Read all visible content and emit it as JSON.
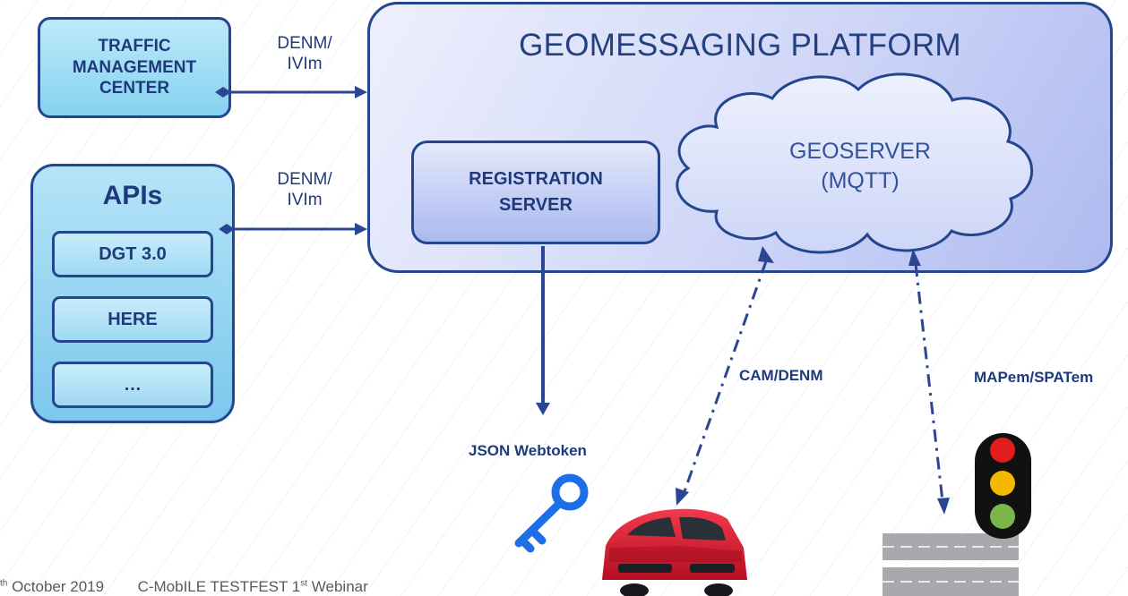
{
  "platform": {
    "title": "GEOMESSAGING PLATFORM"
  },
  "traffic_management_center": {
    "label": "TRAFFIC\nMANAGEMENT\nCENTER"
  },
  "apis": {
    "title": "APIs",
    "items": [
      "DGT 3.0",
      "HERE",
      "…"
    ]
  },
  "registration_server": {
    "label": "REGISTRATION\nSERVER"
  },
  "geoserver": {
    "label": "GEOSERVER\n(MQTT)"
  },
  "links": {
    "tmc_protocol": "DENM/\nIVIm",
    "apis_protocol": "DENM/\nIVIm",
    "car_protocol": "CAM/DENM",
    "traffic_light_protocol": "MAPem/SPATem"
  },
  "json_webtoken": {
    "label": "JSON Webtoken"
  },
  "footer": {
    "date_prefix": "th",
    "date": "October 2019",
    "event_before": "C-MobILE TESTFEST 1",
    "event_sup": "st",
    "event_after": " Webinar"
  },
  "colors": {
    "connector": "#2a4592",
    "key": "#1d6fe8",
    "car": "#d9142b",
    "light_red": "#e31d1d",
    "light_amber": "#f5b800",
    "light_green": "#7ab648"
  }
}
